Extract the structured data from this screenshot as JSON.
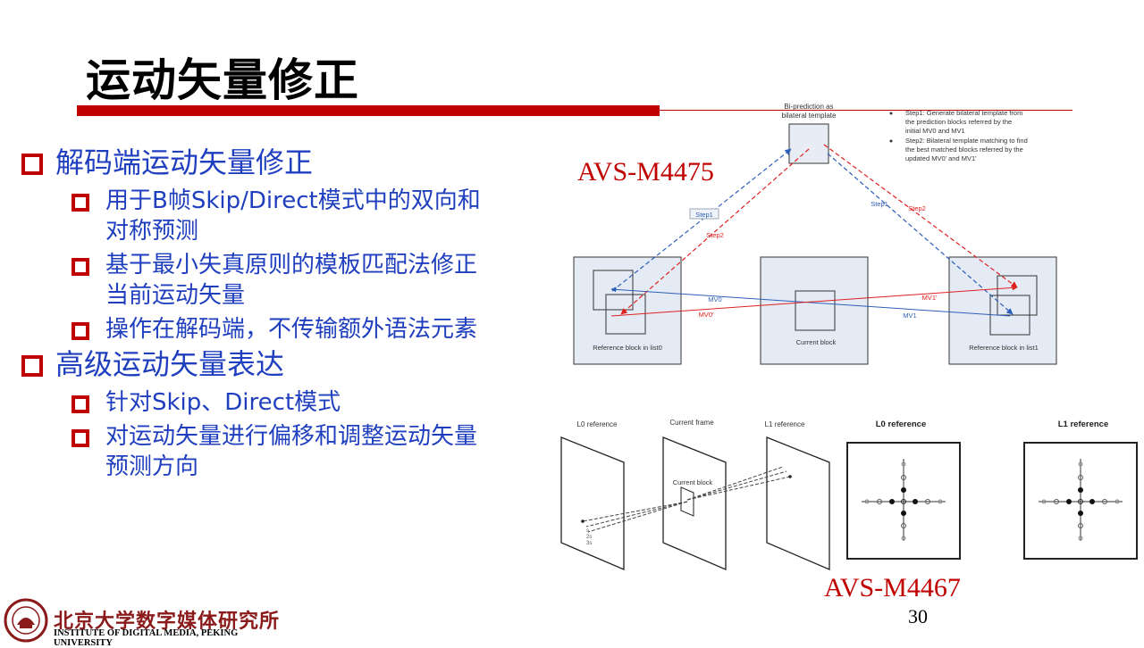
{
  "slide": {
    "title": "运动矢量修正",
    "page_number": "30"
  },
  "bullets": [
    {
      "text": "解码端运动矢量修正",
      "sub": [
        "用于B帧Skip/Direct模式中的双向和对称预测",
        "基于最小失真原则的模板匹配法修正当前运动矢量",
        "操作在解码端，不传输额外语法元素"
      ]
    },
    {
      "text": "高级运动矢量表达",
      "sub": [
        "针对Skip、Direct模式",
        "对运动矢量进行偏移和调整运动矢量预测方向"
      ]
    }
  ],
  "sub_lines": {
    "a1": "用于B帧Skip/Direct模式中的双向和",
    "a2": "对称预测",
    "b1": "基于最小失真原则的模板匹配法修正",
    "b2": "当前运动矢量",
    "c1": "操作在解码端，不传输额外语法元素",
    "d1": "针对Skip、Direct模式",
    "e1": "对运动矢量进行偏移和调整运动矢量",
    "e2": "预测方向"
  },
  "references": {
    "top": "AVS-M4475",
    "bottom": "AVS-M4467"
  },
  "diagram1": {
    "template_label_1": "Bi-prediction as",
    "template_label_2": "bilateral template",
    "steps": [
      "Step1: Generate bilateral template from",
      "the prediction blocks referred by the",
      "initial MV0 and MV1",
      "Step2: Bilateral template matching to find",
      "the best matched blocks referred by the",
      "updated MV0' and MV1'"
    ],
    "step1": "Step1",
    "step2": "Step2",
    "mv0": "MV0",
    "mv0p": "MV0'",
    "mv1": "MV1",
    "mv1p": "MV1'",
    "ref_l0": "Reference block in list0",
    "current": "Current block",
    "ref_l1": "Reference block in list1"
  },
  "diagram2": {
    "l0_reference": "L0 reference",
    "current_frame": "Current frame",
    "l1_reference": "L1 reference",
    "current_block": "Current block",
    "marks": [
      "s",
      "2s",
      "3s"
    ]
  },
  "diagram3": {
    "l0_title": "L0 reference",
    "l1_title": "L1 reference"
  },
  "logo": {
    "cn": "北京大学数字媒体研究所",
    "en": "INSTITUTE OF DIGITAL MEDIA, PEKING UNIVERSITY"
  },
  "colors": {
    "accent_red": "#c00000",
    "bullet_blue": "#1f3fbf",
    "diagram_blue": "#2e5fb8",
    "diagram_red": "#e02020"
  }
}
